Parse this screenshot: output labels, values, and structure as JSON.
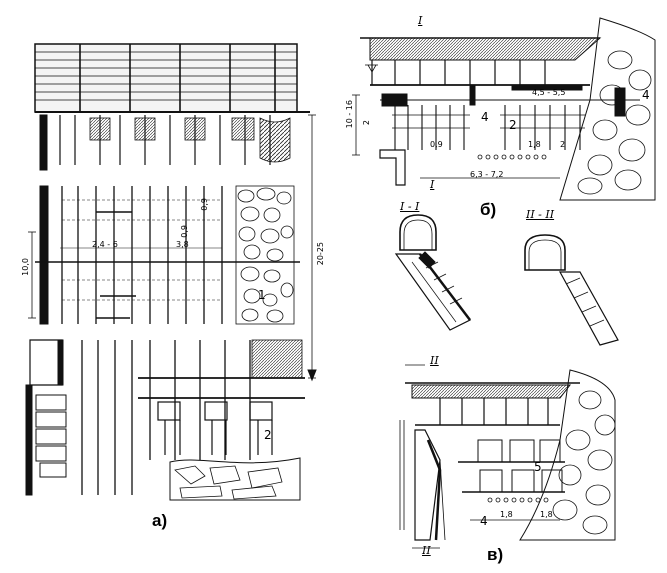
{
  "panels": {
    "a": {
      "label": "а)"
    },
    "b": {
      "label": "б)"
    },
    "c": {
      "label": "в)"
    }
  },
  "callouts": {
    "n1": "1",
    "n2": "2",
    "n4": "4",
    "n5": "5"
  },
  "dimensions_a": {
    "d24_6": "2,4 - 6",
    "d38": "3,8",
    "d09a": "0,9",
    "d09b": "0,9",
    "d10": "10,0",
    "d2025": "20-25"
  },
  "dimensions_b": {
    "d1016": "10 - 16",
    "d2": "2",
    "d4555": "4,5 - 5,5",
    "d6372": "6,3 - 7,2",
    "d09": "0,9",
    "d18": "1,8",
    "d2b": "2"
  },
  "dimensions_c": {
    "d18a": "1,8",
    "d18b": "1,8"
  },
  "sections": {
    "s1": "I",
    "s1b": "I",
    "s2": "II",
    "s2b": "II",
    "t1": "I - I",
    "t2": "II - II"
  },
  "colors": {
    "ink": "#111111",
    "paper": "#ffffff"
  }
}
